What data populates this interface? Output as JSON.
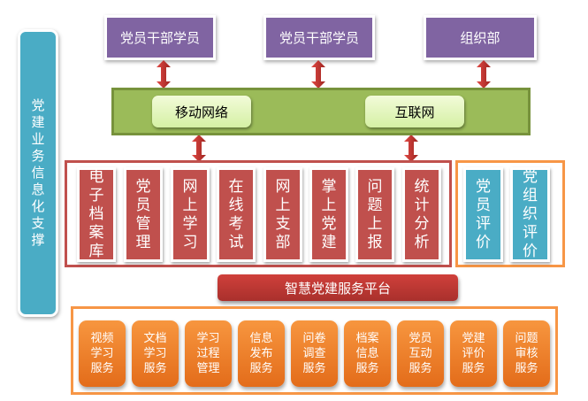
{
  "sidebar": {
    "label": "党建业务信息化支撑",
    "color": "#4aacc5"
  },
  "top_nodes": [
    {
      "label": "党员干部学员"
    },
    {
      "label": "党员干部学员"
    },
    {
      "label": "组织部"
    }
  ],
  "network": {
    "items": [
      {
        "label": "移动网络"
      },
      {
        "label": "互联网"
      }
    ]
  },
  "modules": [
    {
      "label": "电子档案库"
    },
    {
      "label": "党员管理"
    },
    {
      "label": "网上学习"
    },
    {
      "label": "在线考试"
    },
    {
      "label": "网上支部"
    },
    {
      "label": "掌上党建"
    },
    {
      "label": "问题上报"
    },
    {
      "label": "统计分析"
    }
  ],
  "evaluations": [
    {
      "label": "党员评价"
    },
    {
      "label": "党组织评价"
    }
  ],
  "platform": {
    "label": "智慧党建服务平台"
  },
  "services": [
    {
      "label": "视频学习服务"
    },
    {
      "label": "文档学习服务"
    },
    {
      "label": "学习过程管理"
    },
    {
      "label": "信息发布服务"
    },
    {
      "label": "问卷调查服务"
    },
    {
      "label": "档案信息服务"
    },
    {
      "label": "党员互动服务"
    },
    {
      "label": "党建评价服务"
    },
    {
      "label": "问题审核服务"
    }
  ],
  "colors": {
    "purple": "#8064a2",
    "green": "#9bbb59",
    "red": "#c0504d",
    "teal": "#4aacc5",
    "orange": "#f79646",
    "arrow": "#c0302e"
  }
}
